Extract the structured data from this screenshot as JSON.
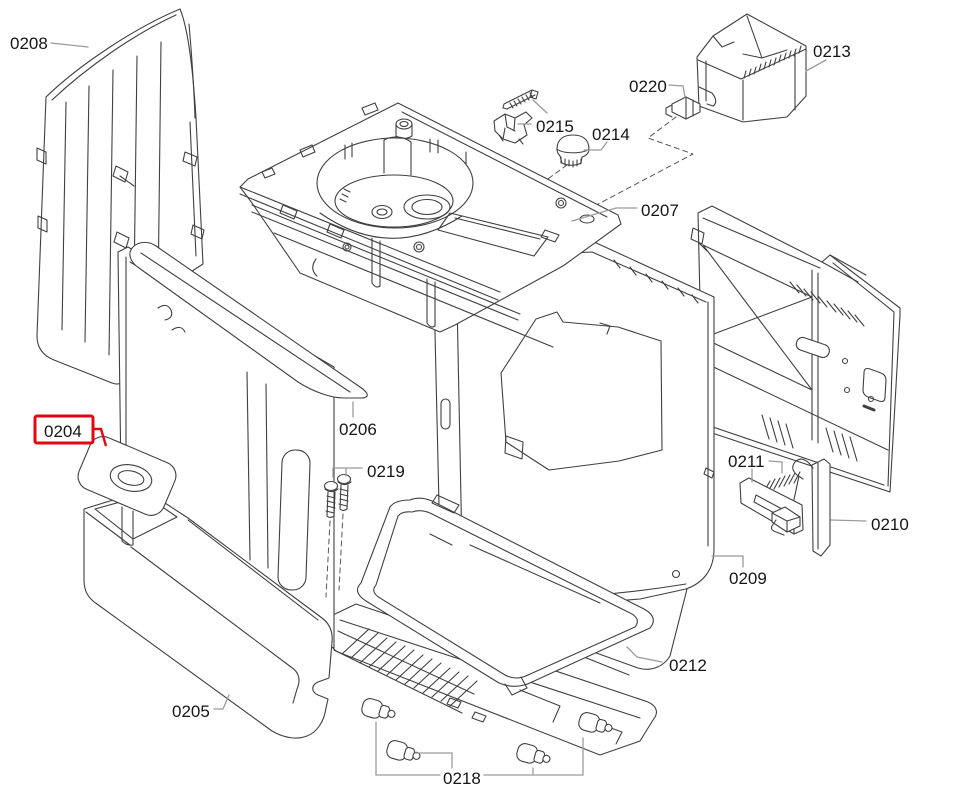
{
  "diagram": {
    "kind": "exploded-parts-diagram",
    "background": "#ffffff",
    "line_color": "#404040",
    "leader_color": "#9b9b9b",
    "dash_color": "#555555",
    "highlight_color": "#e30613",
    "highlighted_part": "0204",
    "parts": {
      "p0204": "0204",
      "p0205": "0205",
      "p0206": "0206",
      "p0207": "0207",
      "p0208": "0208",
      "p0209": "0209",
      "p0210": "0210",
      "p0211": "0211",
      "p0212": "0212",
      "p0213": "0213",
      "p0214": "0214",
      "p0215": "0215",
      "p0218": "0218",
      "p0219": "0219",
      "p0220": "0220"
    }
  }
}
